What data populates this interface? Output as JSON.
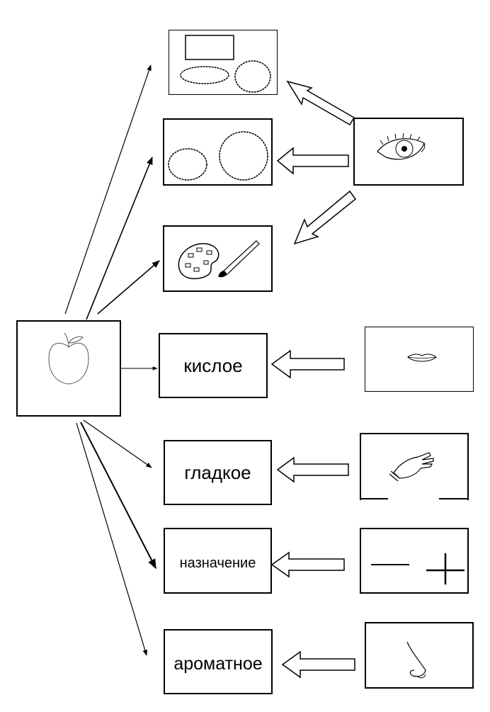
{
  "diagram": {
    "nodes": {
      "apple": {
        "icon": "apple-icon"
      },
      "shapes_rect_ovals": {
        "icon": "shapes-rect-ovals-icon"
      },
      "shapes_ovals": {
        "icon": "ovals-icon"
      },
      "palette": {
        "icon": "palette-brush-icon"
      },
      "sour": {
        "label": "кислое"
      },
      "smooth": {
        "label": "гладкое"
      },
      "purpose": {
        "label": "назначение"
      },
      "aromatic": {
        "label": "ароматное"
      }
    },
    "senses": [
      {
        "name": "eye",
        "icon": "eye-icon"
      },
      {
        "name": "mouth",
        "icon": "lips-icon"
      },
      {
        "name": "hand",
        "icon": "hand-icon"
      },
      {
        "name": "plus-minus",
        "icon": "minus-plus-icon"
      },
      {
        "name": "nose",
        "icon": "nose-icon"
      }
    ]
  }
}
